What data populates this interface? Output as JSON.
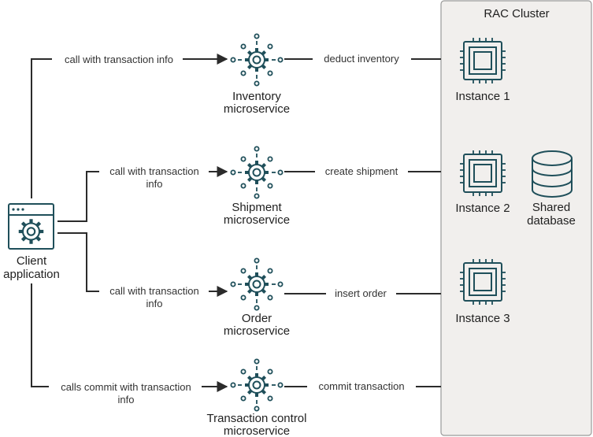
{
  "cluster": {
    "title": "RAC Cluster"
  },
  "client": {
    "line1": "Client",
    "line2": "application"
  },
  "services": [
    {
      "line1": "Inventory",
      "line2": "microservice",
      "call_line1": "call with transaction info",
      "call_line2": "",
      "action": "deduct inventory"
    },
    {
      "line1": "Shipment",
      "line2": "microservice",
      "call_line1": "call with transaction",
      "call_line2": "info",
      "action": "create shipment"
    },
    {
      "line1": "Order",
      "line2": "microservice",
      "call_line1": "call with transaction",
      "call_line2": "info",
      "action": "insert order"
    },
    {
      "line1": "Transaction control",
      "line2": "microservice",
      "call_line1": "calls commit with transaction",
      "call_line2": "info",
      "action": "commit transaction"
    }
  ],
  "instances": [
    {
      "label": "Instance 1"
    },
    {
      "label": "Instance 2"
    },
    {
      "label": "Instance 3"
    }
  ],
  "database": {
    "line1": "Shared",
    "line2": "database"
  },
  "colors": {
    "icon": "#1f4f5a",
    "cluster_fill": "#f1efed",
    "cluster_border": "#9a9a9a",
    "wire": "#2b2b2b"
  }
}
